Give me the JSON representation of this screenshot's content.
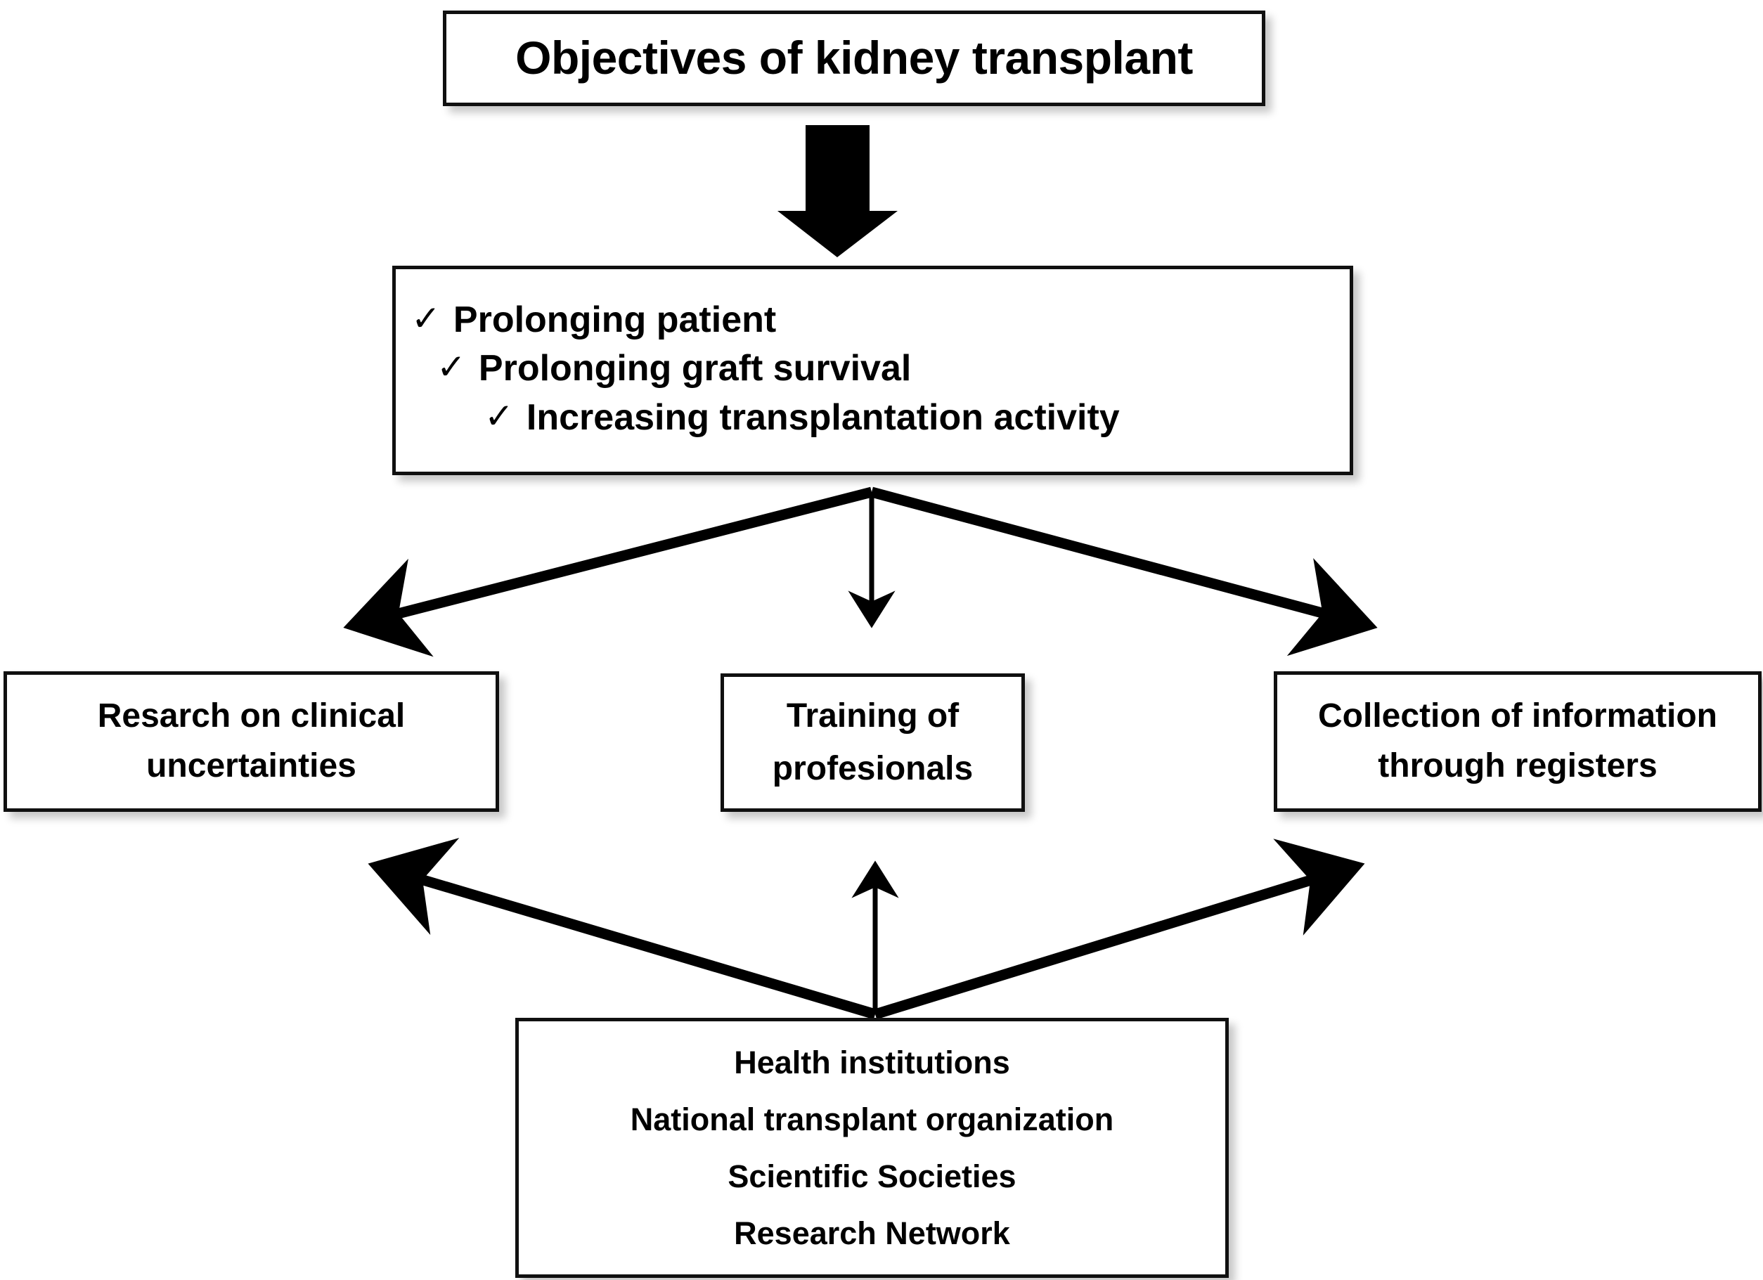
{
  "diagram": {
    "title_box": {
      "text": "Objectives of kidney transplant"
    },
    "objectives_box": {
      "bullet_glyph": "✓",
      "items": [
        {
          "label": "Prolonging patient"
        },
        {
          "label": "Prolonging graft survival"
        },
        {
          "label": "Increasing transplantation activity"
        }
      ]
    },
    "action_boxes": [
      {
        "id": "research",
        "lines": [
          "Resarch on clinical",
          "uncertainties"
        ]
      },
      {
        "id": "training",
        "lines": [
          "Training of",
          "profesionals"
        ]
      },
      {
        "id": "registers",
        "lines": [
          "Collection of information",
          "through registers"
        ]
      }
    ],
    "stakeholders_box": {
      "lines": [
        "Health institutions",
        "National transplant organization",
        "Scientific Societies",
        "Research Network"
      ]
    },
    "connectors": [
      {
        "name": "title-to-objectives",
        "style": "thick-block-arrow",
        "direction": "down"
      },
      {
        "name": "objectives-to-research",
        "style": "line-arrow",
        "direction": "down-left"
      },
      {
        "name": "objectives-to-training",
        "style": "line-arrow",
        "direction": "down"
      },
      {
        "name": "objectives-to-registers",
        "style": "line-arrow",
        "direction": "down-right"
      },
      {
        "name": "stakeholders-to-research",
        "style": "line-arrow",
        "direction": "up-left"
      },
      {
        "name": "stakeholders-to-training",
        "style": "line-arrow",
        "direction": "up"
      },
      {
        "name": "stakeholders-to-registers",
        "style": "line-arrow",
        "direction": "up-right"
      }
    ],
    "colors": {
      "background": "#ffffff",
      "box_border": "#101010",
      "text": "#000000",
      "arrow": "#000000"
    }
  }
}
